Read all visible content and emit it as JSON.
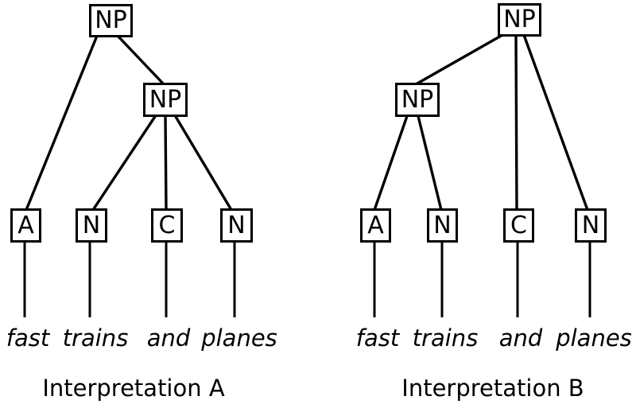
{
  "colors": {
    "foreground": "#000000",
    "background": "#ffffff"
  },
  "trees": [
    {
      "caption": "Interpretation A",
      "root_label": "NP",
      "inner_label": "NP",
      "leaves": [
        "A",
        "N",
        "C",
        "N"
      ],
      "words": [
        "fast",
        "trains",
        "and",
        "planes"
      ],
      "structure": "NP -> A [NP -> N C N]"
    },
    {
      "caption": "Interpretation B",
      "root_label": "NP",
      "inner_label": "NP",
      "leaves": [
        "A",
        "N",
        "C",
        "N"
      ],
      "words": [
        "fast",
        "trains",
        "and",
        "planes"
      ],
      "structure": "NP -> [NP -> A N] C N"
    }
  ]
}
